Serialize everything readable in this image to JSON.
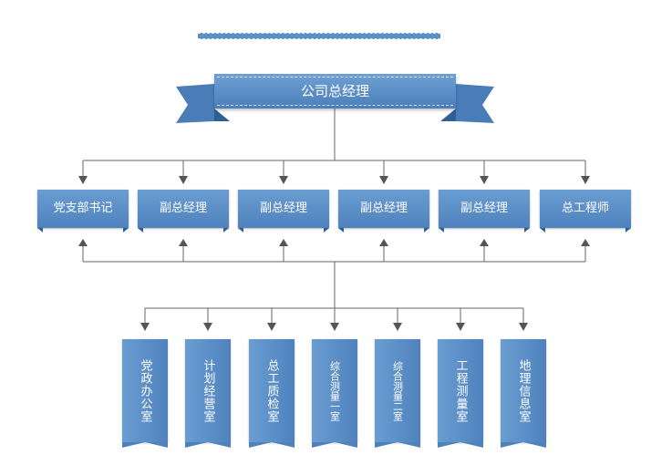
{
  "root": {
    "label": "公司总经理"
  },
  "level2": [
    {
      "label": "党支部书记"
    },
    {
      "label": "副总经理"
    },
    {
      "label": "副总经理"
    },
    {
      "label": "副总经理"
    },
    {
      "label": "副总经理"
    },
    {
      "label": "总工程师"
    }
  ],
  "departments": [
    {
      "label": "党政办公室"
    },
    {
      "label": "计划经营室"
    },
    {
      "label": "总工质检室"
    },
    {
      "label": "综合测量一室"
    },
    {
      "label": "综合测量二室"
    },
    {
      "label": "工程测量室"
    },
    {
      "label": "地理信息室"
    }
  ],
  "colors": {
    "box_top": "#6a9dd1",
    "box_bottom": "#4f82bd",
    "ribbon_dark": "#2f5f93",
    "connector": "#555555"
  }
}
